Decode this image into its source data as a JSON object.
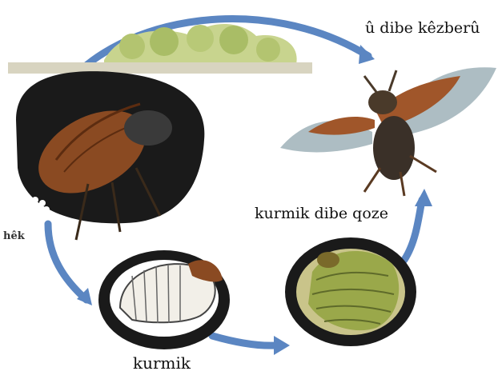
{
  "labels": {
    "adult": "û dibe kêzberû",
    "pupa": "kurmik dibe qoze",
    "egg": "hêk",
    "larva": "kurmik"
  },
  "colors": {
    "cycle_arrow": "#5b86c2",
    "beetle_brown": "#8a4a22",
    "soil": "#1a1a1a",
    "pupa_green": "#9aa84a",
    "foliage": "#b7c77a"
  }
}
